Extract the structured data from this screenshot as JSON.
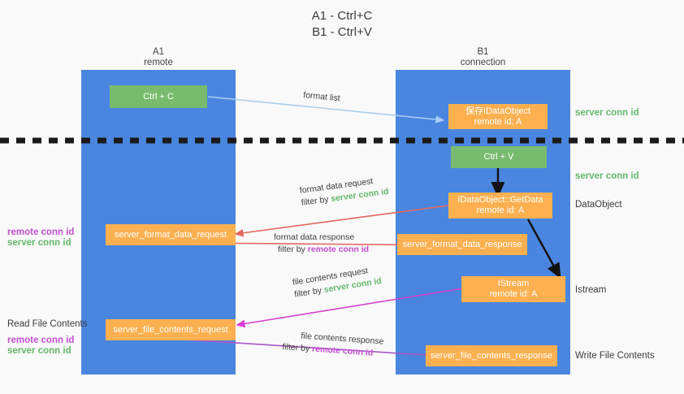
{
  "title": "A1 - Ctrl+C\nB1 - Ctrl+V",
  "colors": {
    "background": "#f9f9f9",
    "lane": "#4a86df",
    "node_green": "#79bb6e",
    "node_orange": "#fcb050",
    "server_conn_id": "#63b96a",
    "remote_conn_id": "#c44fd0",
    "arrow_blue": "#a8cdf0",
    "arrow_red": "#e2685f",
    "arrow_magenta": "#d43fd0",
    "arrow_purple": "#a855c8",
    "arrow_black": "#111111",
    "divider": "#1a1a1a"
  },
  "columns": [
    {
      "name": "A1",
      "sub": "remote",
      "heading": "A1\nremote"
    },
    {
      "name": "B1",
      "sub": "connection",
      "heading": "B1\nconnection"
    }
  ],
  "nodes": {
    "ctrl_c": {
      "label": "Ctrl + C",
      "kind": "green"
    },
    "save_idataobject": {
      "label": "保存IDataObject\nremote id: A",
      "kind": "orange"
    },
    "ctrl_v": {
      "label": "Ctrl + V",
      "kind": "green"
    },
    "getdata": {
      "label": "IDataObject::GetData\nremote id: A",
      "kind": "orange"
    },
    "format_data_request": {
      "label": "server_format_data_request",
      "kind": "orange"
    },
    "format_data_response": {
      "label": "server_format_data_response",
      "kind": "orange"
    },
    "istream": {
      "label": "IStream\nremote id: A",
      "kind": "orange"
    },
    "file_contents_request": {
      "label": "server_file_contents_request",
      "kind": "orange"
    },
    "file_contents_response": {
      "label": "server_file_contents_response",
      "kind": "orange"
    }
  },
  "right_labels": {
    "server_conn_id_top": "server conn id",
    "server_conn_id_mid": "server conn id",
    "dataobject": "DataObject",
    "istream": "Istream",
    "write_file_contents": "Write File Contents"
  },
  "left_labels": {
    "remote_conn_id_upper": "remote conn id",
    "server_conn_id_upper": "server conn id",
    "read_file_contents": "Read File Contents",
    "remote_conn_id_lower": "remote conn id",
    "server_conn_id_lower": "server conn id"
  },
  "edges": {
    "format_list": {
      "line1": "format list"
    },
    "format_data_request": {
      "line1": "format data request",
      "line2_prefix": "filter by ",
      "line2_value": "server conn id",
      "value_color": "server"
    },
    "format_data_response": {
      "line1": "format data response",
      "line2_prefix": "filter by ",
      "line2_value": "remote conn id",
      "value_color": "remote"
    },
    "file_contents_request": {
      "line1": "file contents request",
      "line2_prefix": "filter by ",
      "line2_value": "server conn id",
      "value_color": "server"
    },
    "file_contents_response": {
      "line1": "file contents response",
      "line2_prefix": "filter by ",
      "line2_value": "remote conn id",
      "value_color": "remote"
    }
  }
}
